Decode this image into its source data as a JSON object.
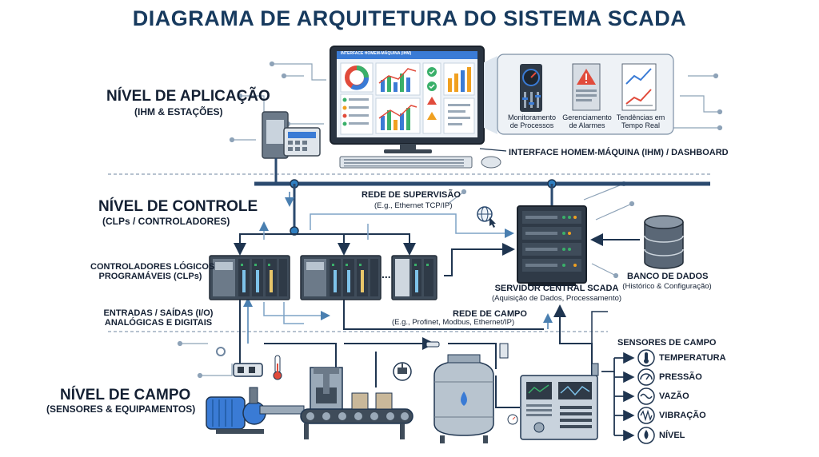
{
  "title": "DIAGRAMA DE ARQUITETURA DO SISTEMA SCADA",
  "levels": {
    "application": {
      "title": "NÍVEL DE APLICAÇÃO",
      "subtitle": "(IHM & ESTAÇÕES)"
    },
    "control": {
      "title": "NÍVEL DE CONTROLE",
      "subtitle": "(CLPs / CONTROLADORES)"
    },
    "field": {
      "title": "NÍVEL DE CAMPO",
      "subtitle": "(SENSORES & EQUIPAMENTOS)"
    }
  },
  "hmi": {
    "screen_header": "INTERFACE HOMEM-MÁQUINA (IHM)",
    "caption": "INTERFACE HOMEM-MÁQUINA (IHM) / DASHBOARD",
    "functions": [
      {
        "line1": "Monitoramento",
        "line2": "de Processos",
        "icon": "gauge-icon"
      },
      {
        "line1": "Gerenciamento",
        "line2": "de Alarmes",
        "icon": "alarm-icon"
      },
      {
        "line1": "Tendências em",
        "line2": "Tempo Real",
        "icon": "trend-chart-icon"
      }
    ]
  },
  "networks": {
    "supervision": {
      "title": "REDE DE SUPERVISÃO",
      "detail": "(E.g., Ethernet TCP/IP)"
    },
    "field": {
      "title": "REDE DE CAMPO",
      "detail": "(E.g., Profinet, Modbus, Ethernet/IP)"
    }
  },
  "control": {
    "plc_label_line1": "CONTROLADORES LÓGICOS",
    "plc_label_line2": "PROGRAMÁVEIS (CLPs)",
    "io_label_line1": "ENTRADAS / SAÍDAS (I/O)",
    "io_label_line2": "ANALÓGICAS E DIGITAIS",
    "ellipsis": "..."
  },
  "server": {
    "title": "SERVIDOR CENTRAL SCADA",
    "subtitle": "(Aquisição de Dados, Processamento)"
  },
  "database": {
    "title": "BANCO DE DADOS",
    "subtitle": "(Histórico & Configuração)"
  },
  "sensors": {
    "title": "SENSORES DE CAMPO",
    "items": [
      {
        "label": "TEMPERATURA",
        "icon": "thermometer-icon"
      },
      {
        "label": "PRESSÃO",
        "icon": "pressure-icon"
      },
      {
        "label": "VAZÃO",
        "icon": "flow-icon"
      },
      {
        "label": "VIBRAÇÃO",
        "icon": "vibration-icon"
      },
      {
        "label": "NÍVEL",
        "icon": "level-icon"
      }
    ]
  },
  "colors": {
    "primary": "#173a5e",
    "line": "#2b4a6f",
    "accent": "#2f7fc1",
    "screen": "#3a7bd5"
  }
}
